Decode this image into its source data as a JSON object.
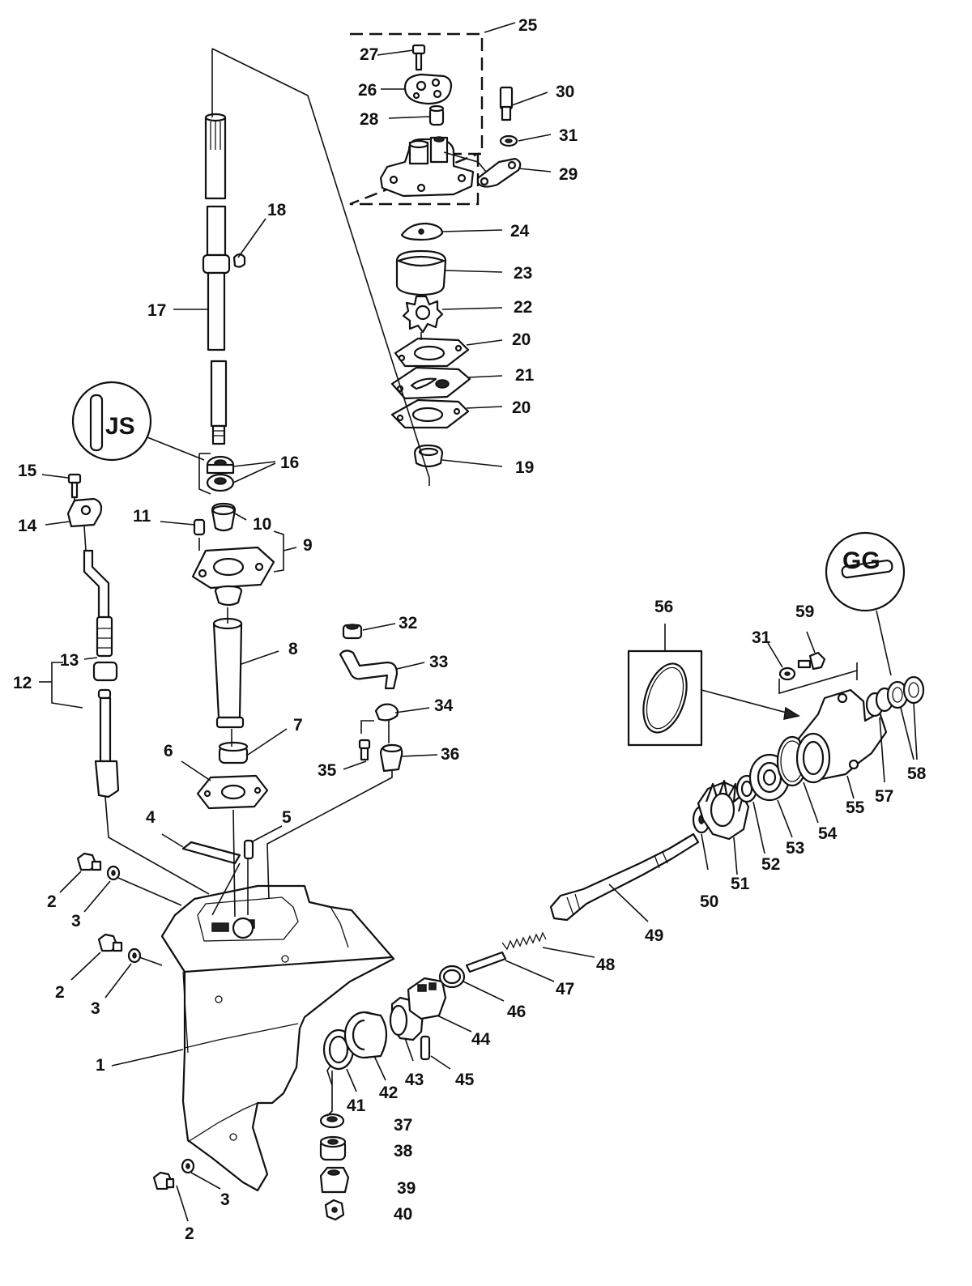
{
  "callouts": {
    "c1": "1",
    "c2a": "2",
    "c2b": "2",
    "c2c": "2",
    "c3a": "3",
    "c3b": "3",
    "c3c": "3",
    "c4": "4",
    "c5": "5",
    "c6": "6",
    "c7": "7",
    "c8": "8",
    "c9": "9",
    "c10": "10",
    "c11": "11",
    "c12": "12",
    "c13": "13",
    "c14": "14",
    "c15": "15",
    "c16": "16",
    "c17": "17",
    "c18": "18",
    "c19": "19",
    "c20a": "20",
    "c20b": "20",
    "c21": "21",
    "c22": "22",
    "c23": "23",
    "c24": "24",
    "c25": "25",
    "c26": "26",
    "c27": "27",
    "c28": "28",
    "c29": "29",
    "c30": "30",
    "c31a": "31",
    "c31b": "31",
    "c32": "32",
    "c33": "33",
    "c34": "34",
    "c35": "35",
    "c36": "36",
    "c37": "37",
    "c38": "38",
    "c39": "39",
    "c40": "40",
    "c41": "41",
    "c42": "42",
    "c43": "43",
    "c44": "44",
    "c45": "45",
    "c46": "46",
    "c47": "47",
    "c48": "48",
    "c49": "49",
    "c50": "50",
    "c51": "51",
    "c52": "52",
    "c53": "53",
    "c54": "54",
    "c55": "55",
    "c56": "56",
    "c57": "57",
    "c58": "58",
    "c59": "59"
  },
  "symbols": {
    "grease_mark_left": "icon-grease-tube-left",
    "grease_mark_right": "icon-grease-tube-right"
  }
}
